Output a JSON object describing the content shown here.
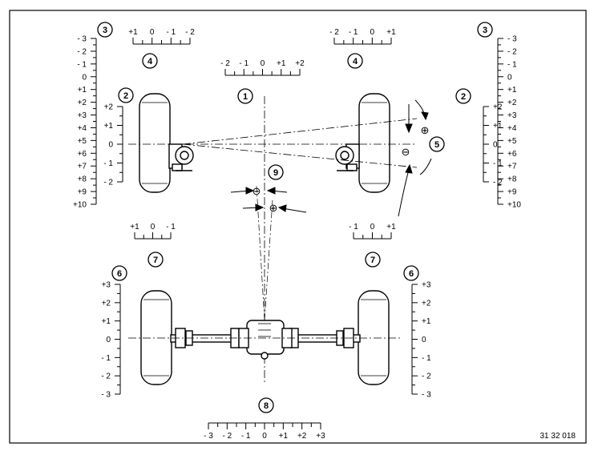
{
  "figure_code": "31 32 018",
  "callouts": {
    "c1": "1",
    "c2": "2",
    "c3": "3",
    "c4": "4",
    "c5": "5",
    "c6": "6",
    "c7": "7",
    "c8": "8",
    "c9": "9"
  },
  "signs": {
    "plus": "⊕",
    "minus": "⊖"
  },
  "scale_1": [
    "- 2",
    "- 1",
    "0",
    "+1",
    "+2"
  ],
  "scale_4_left": [
    "+1",
    "0",
    "- 1",
    "- 2"
  ],
  "scale_4_right": [
    "- 2",
    "- 1",
    "0",
    "+1"
  ],
  "scale_3": [
    "- 3",
    "- 2",
    "- 1",
    "0",
    "+1",
    "+2",
    "+3",
    "+4",
    "+5",
    "+6",
    "+7",
    "+8",
    "+9",
    "+10"
  ],
  "scale_2": [
    "+2",
    "+1",
    "0",
    "- 1",
    "- 2"
  ],
  "scale_7_left": [
    "+1",
    "0",
    "- 1"
  ],
  "scale_7_right": [
    "- 1",
    "0",
    "+1"
  ],
  "scale_6": [
    "+3",
    "+2",
    "+1",
    "0",
    "- 1",
    "- 2",
    "- 3"
  ],
  "scale_8": [
    "- 3",
    "- 2",
    "- 1",
    "0",
    "+1",
    "+2",
    "+3"
  ]
}
